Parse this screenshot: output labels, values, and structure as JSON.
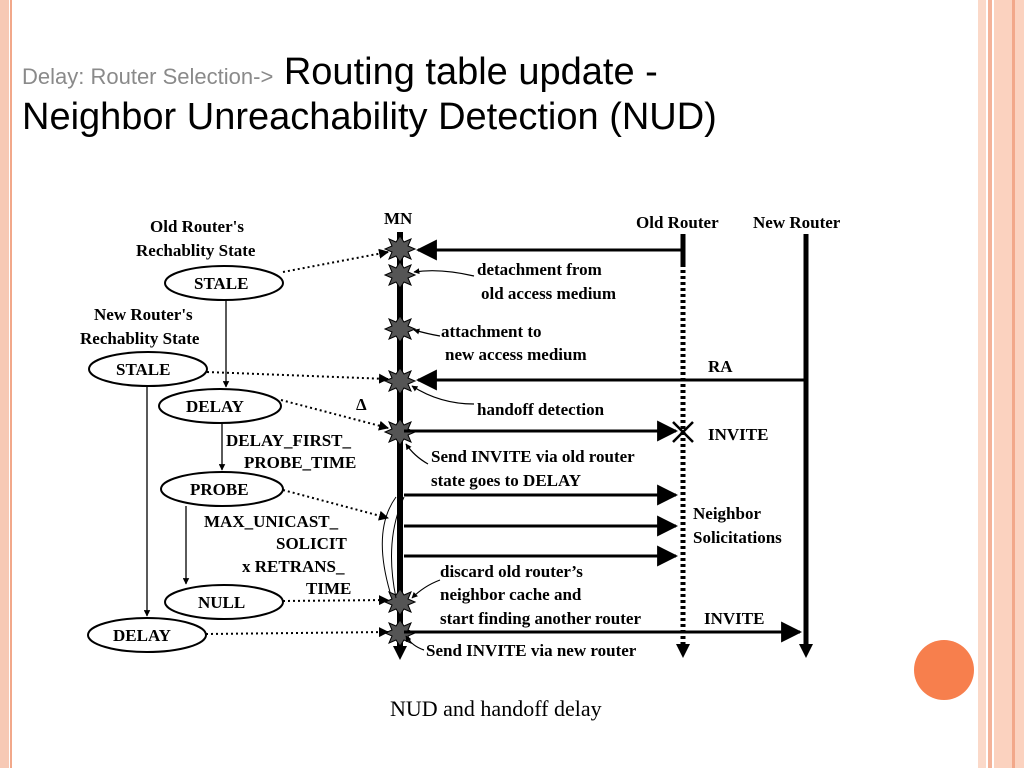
{
  "slide": {
    "title_prefix": "Delay: Router Selection->",
    "title_line1": " Routing table update -",
    "title_line2": "Neighbor Unreachability Detection (NUD)",
    "caption": "NUD and handoff delay",
    "accent_color": "#f77f4d",
    "frame_color": "#f7c9b5"
  },
  "diagram": {
    "headers": {
      "mn": "MN",
      "old_router": "Old Router",
      "new_router": "New Router"
    },
    "left": {
      "old_state_title_1": "Old Router's",
      "old_state_title_2": "Rechablity State",
      "new_state_title_1": "New Router's",
      "new_state_title_2": "Rechablity State",
      "states": {
        "stale_old": "STALE",
        "stale_new": "STALE",
        "delay": "DELAY",
        "probe": "PROBE",
        "null": "NULL",
        "delay_new": "DELAY"
      },
      "timers": {
        "delay_first_1": "DELAY_FIRST_",
        "delay_first_2": "PROBE_TIME",
        "max_unicast_1": "MAX_UNICAST_",
        "max_unicast_2": "SOLICIT",
        "max_unicast_3": "x RETRANS_",
        "max_unicast_4": "TIME",
        "delta": "Δ"
      }
    },
    "events": {
      "detach_1": "detachment from",
      "detach_2": "old access medium",
      "attach_1": "attachment to",
      "attach_2": "new access medium",
      "ra": "RA",
      "handoff": "handoff  detection",
      "invite_old": "INVITE",
      "send_old_1": "Send INVITE via old router",
      "send_old_2": "state goes to DELAY",
      "ns_1": "Neighbor",
      "ns_2": "Solicitations",
      "discard_1": "discard old router’s",
      "discard_2": "neighbor cache and",
      "discard_3": "start finding another router",
      "invite_new": "INVITE",
      "send_new": "Send INVITE via new router"
    }
  }
}
